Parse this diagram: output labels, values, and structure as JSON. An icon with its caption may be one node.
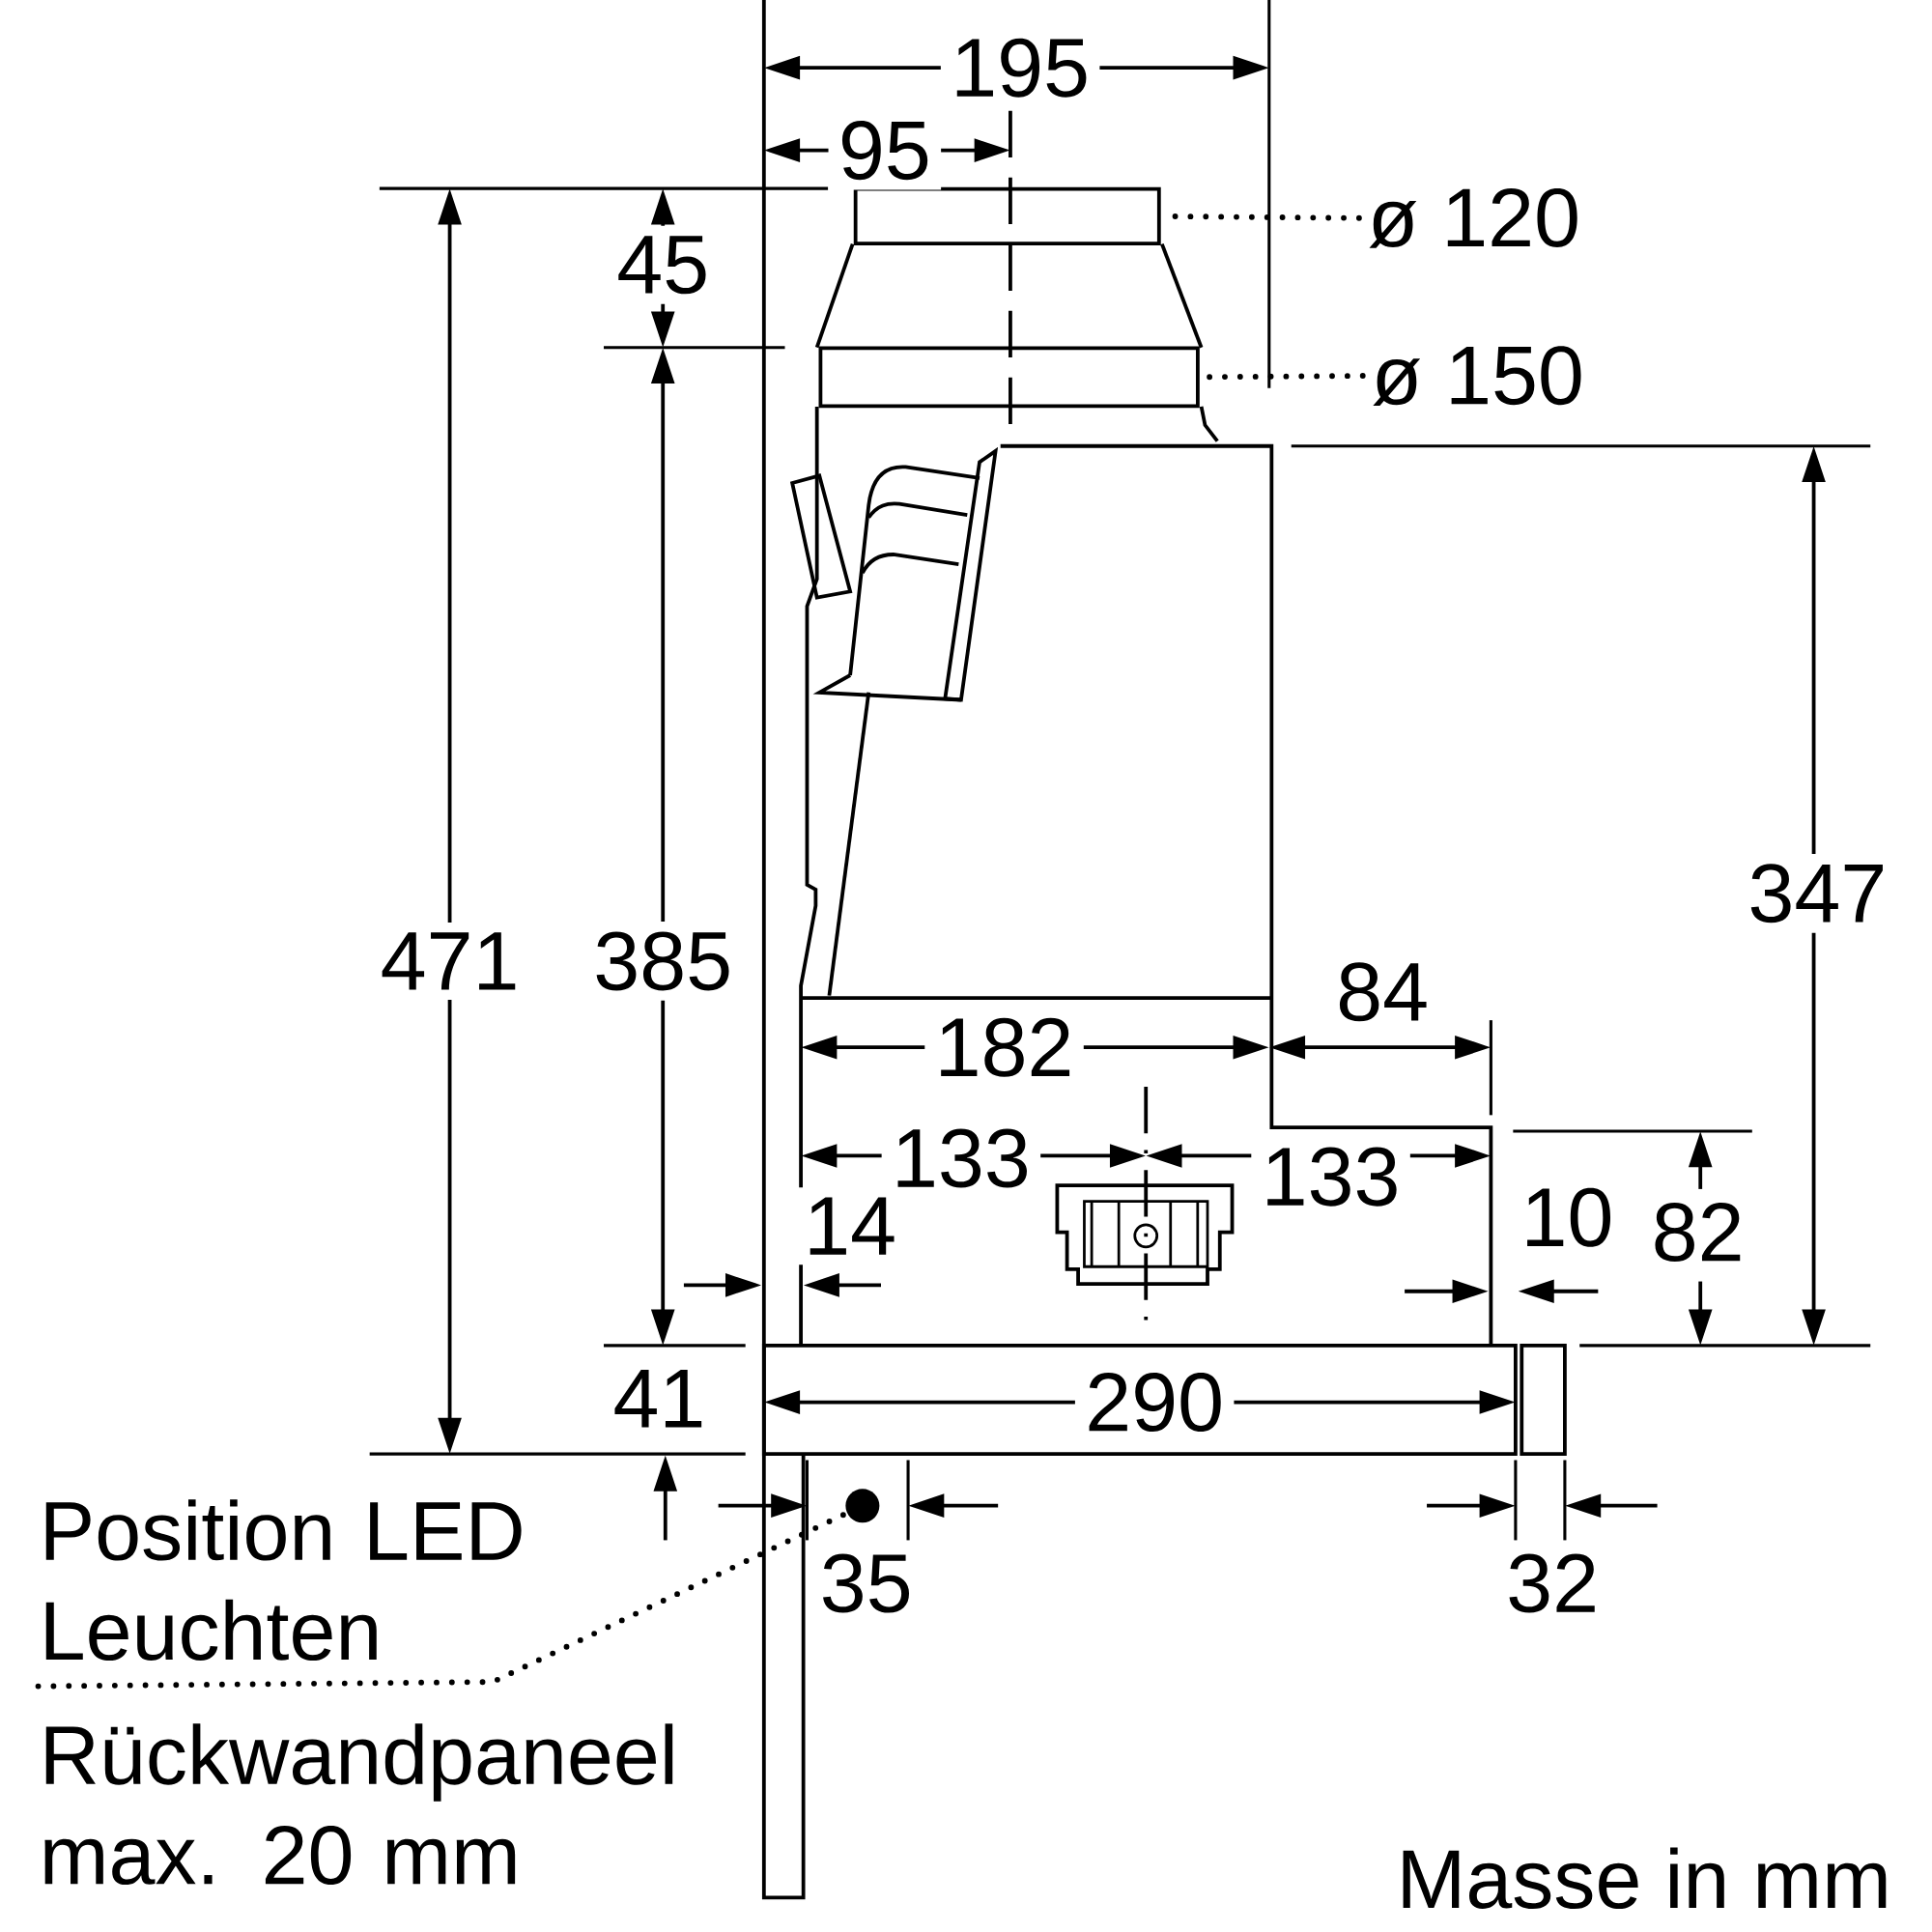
{
  "diagram": {
    "nodes": [
      {
        "text": [
          "ø 120"
        ]
      },
      {
        "text": [],
        "shape": "box"
      },
      {
        "text": [
          "ø 150"
        ]
      },
      {
        "text": [],
        "shape": "box"
      },
      {
        "text": [
          "Position LED Leuchten"
        ]
      },
      {
        "text": [],
        "shape": "circle"
      }
    ],
    "edges": [
      {
        "from": 0,
        "to": 1,
        "arrow": "none",
        "style": "dashed"
      },
      {
        "from": 2,
        "to": 3,
        "arrow": "none",
        "style": "dashed"
      },
      {
        "from": 4,
        "to": 5,
        "arrow": "none",
        "style": "dashed"
      }
    ],
    "labels": [
      "195",
      "95",
      "45",
      "347",
      "471",
      "385",
      "84",
      "182",
      "133",
      "133",
      "14",
      "10",
      "82",
      "41",
      "290",
      "35",
      "32",
      "Rückwandpaneel max. 20 mm",
      "Masse in mm"
    ]
  }
}
